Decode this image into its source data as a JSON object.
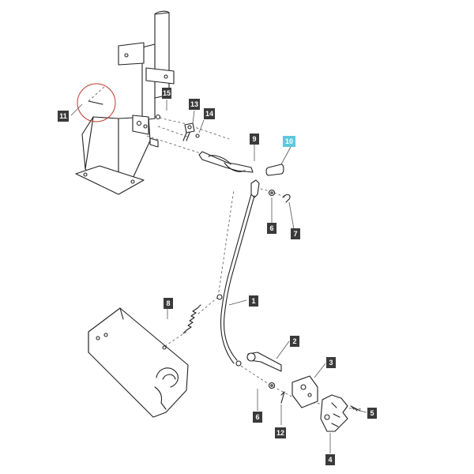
{
  "diagram": {
    "callouts": [
      {
        "id": "1",
        "label": "1",
        "highlighted": false
      },
      {
        "id": "2",
        "label": "2",
        "highlighted": false
      },
      {
        "id": "3",
        "label": "3",
        "highlighted": false
      },
      {
        "id": "4",
        "label": "4",
        "highlighted": false
      },
      {
        "id": "5",
        "label": "5",
        "highlighted": false
      },
      {
        "id": "6a",
        "label": "6",
        "highlighted": false
      },
      {
        "id": "6b",
        "label": "6",
        "highlighted": false
      },
      {
        "id": "7",
        "label": "7",
        "highlighted": false
      },
      {
        "id": "8",
        "label": "8",
        "highlighted": false
      },
      {
        "id": "9",
        "label": "9",
        "highlighted": false
      },
      {
        "id": "10",
        "label": "10",
        "highlighted": true
      },
      {
        "id": "11",
        "label": "11",
        "highlighted": false
      },
      {
        "id": "12",
        "label": "12",
        "highlighted": false
      },
      {
        "id": "13",
        "label": "13",
        "highlighted": false
      },
      {
        "id": "14",
        "label": "14",
        "highlighted": false
      },
      {
        "id": "15",
        "label": "15",
        "highlighted": false
      }
    ],
    "colors": {
      "callout_default": "#3a3a3a",
      "callout_highlight": "#5ec8dc",
      "marker_circle": "#c0392b"
    }
  }
}
